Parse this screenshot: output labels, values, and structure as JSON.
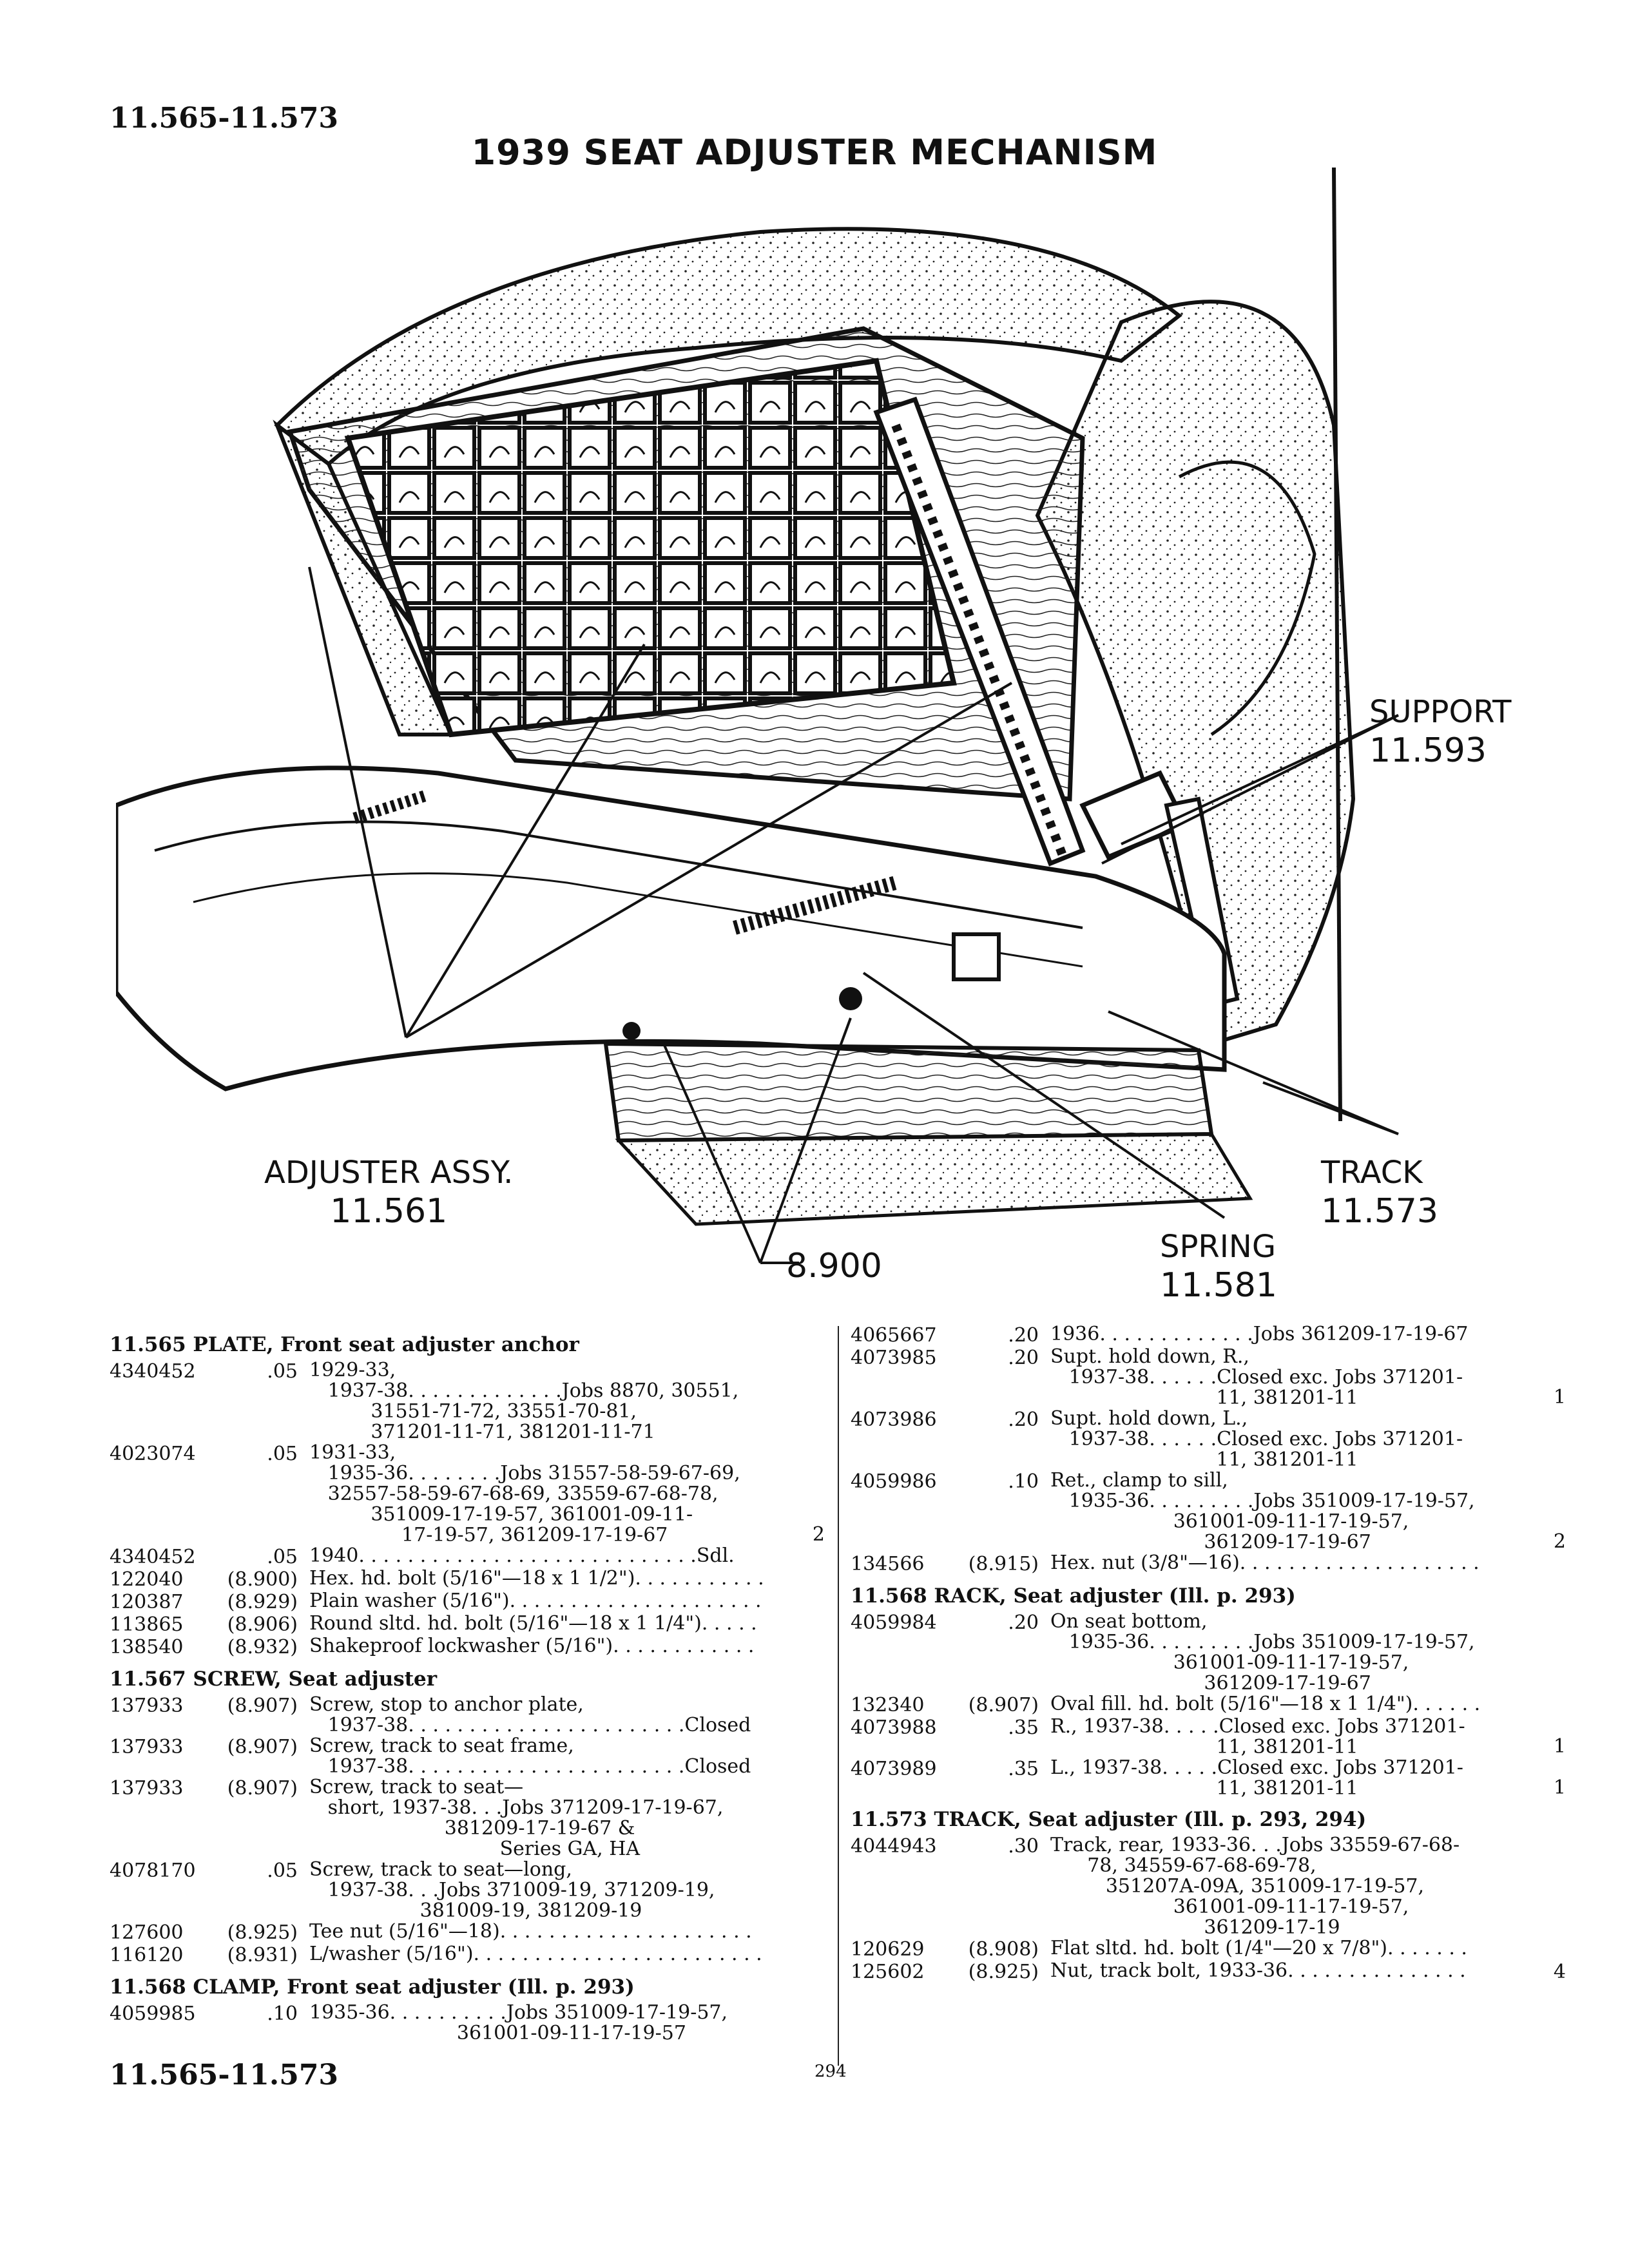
{
  "header": {
    "ref_top": "11.565-11.573",
    "ref_bottom": "11.565-11.573",
    "title": "1939 SEAT ADJUSTER MECHANISM",
    "page_number": "294"
  },
  "callouts": {
    "support": {
      "label": "SUPPORT",
      "num": "11.593"
    },
    "adjuster": {
      "label": "ADJUSTER ASSY.",
      "num": "11.561"
    },
    "track": {
      "label": "TRACK",
      "num": "11.573"
    },
    "spring": {
      "label": "SPRING",
      "num": "11.581"
    },
    "hardware": {
      "num": "8.900"
    }
  },
  "left_column": [
    {
      "heading": "11.565   PLATE, Front seat adjuster anchor",
      "rows": [
        {
          "part": "4340452",
          "ref": ".05",
          "desc": "1929-33,\n   1937-38. . . . . . . . . . . . .Jobs 8870, 30551,\n          31551-71-72, 33551-70-81,\n          371201-11-71, 381201-11-71",
          "qty": ""
        },
        {
          "part": "4023074",
          "ref": ".05",
          "desc": "1931-33,\n   1935-36. . . . . . . .Jobs 31557-58-59-67-69,\n   32557-58-59-67-68-69, 33559-67-68-78,\n          351009-17-19-57, 361001-09-11-\n               17-19-57, 361209-17-19-67",
          "qty": "2"
        },
        {
          "part": "4340452",
          "ref": ".05",
          "desc": "1940. . . . . . . . . . . . . . . . . . . . . . . . . . . .Sdl.",
          "qty": ""
        },
        {
          "part": "122040",
          "ref": "(8.900)",
          "desc": "Hex. hd. bolt (5/16\"—18 x 1 1/2\"). . . . . . . . . . .",
          "qty": ""
        },
        {
          "part": "120387",
          "ref": "(8.929)",
          "desc": "Plain washer (5/16\"). . . . . . . . . . . . . . . . . . . . .",
          "qty": ""
        },
        {
          "part": "113865",
          "ref": "(8.906)",
          "desc": "Round sltd. hd. bolt (5/16\"—18 x 1 1/4\"). . . . .",
          "qty": ""
        },
        {
          "part": "138540",
          "ref": "(8.932)",
          "desc": "Shakeproof lockwasher (5/16\"). . . . . . . . . . . .",
          "qty": ""
        }
      ]
    },
    {
      "heading": "11.567   SCREW, Seat adjuster",
      "rows": [
        {
          "part": "137933",
          "ref": "(8.907)",
          "desc": "Screw, stop to anchor plate,\n   1937-38. . . . . . . . . . . . . . . . . . . . . . .Closed",
          "qty": ""
        },
        {
          "part": "137933",
          "ref": "(8.907)",
          "desc": "Screw, track to seat frame,\n   1937-38. . . . . . . . . . . . . . . . . . . . . . .Closed",
          "qty": ""
        },
        {
          "part": "137933",
          "ref": "(8.907)",
          "desc": "Screw, track to seat—\n   short, 1937-38. . .Jobs 371209-17-19-67,\n                      381209-17-19-67 &\n                               Series GA, HA",
          "qty": ""
        },
        {
          "part": "4078170",
          "ref": ".05",
          "desc": "Screw, track to seat—long,\n   1937-38. . .Jobs 371009-19, 371209-19,\n                  381009-19, 381209-19",
          "qty": ""
        },
        {
          "part": "127600",
          "ref": "(8.925)",
          "desc": "Tee nut (5/16\"—18). . . . . . . . . . . . . . . . . . . . .",
          "qty": ""
        },
        {
          "part": "116120",
          "ref": "(8.931)",
          "desc": "L/washer (5/16\"). . . . . . . . . . . . . . . . . . . . . . . .",
          "qty": ""
        }
      ]
    },
    {
      "heading": "11.568   CLAMP, Front seat adjuster (Ill. p. 293)",
      "rows": [
        {
          "part": "4059985",
          "ref": ".10",
          "desc": "1935-36. . . . . . . . . .Jobs 351009-17-19-57,\n                        361001-09-11-17-19-57",
          "qty": ""
        }
      ]
    }
  ],
  "right_column": [
    {
      "heading": "",
      "rows": [
        {
          "part": "4065667",
          "ref": ".20",
          "desc": "1936. . . . . . . . . . . . .Jobs 361209-17-19-67",
          "qty": ""
        },
        {
          "part": "4073985",
          "ref": ".20",
          "desc": "Supt. hold down, R.,\n   1937-38. . . . . .Closed exc. Jobs 371201-\n                           11, 381201-11",
          "qty": "1"
        },
        {
          "part": "4073986",
          "ref": ".20",
          "desc": "Supt. hold down, L.,\n   1937-38. . . . . .Closed exc. Jobs 371201-\n                           11, 381201-11",
          "qty": ""
        },
        {
          "part": "4059986",
          "ref": ".10",
          "desc": "Ret., clamp to sill,\n   1935-36. . . . . . . . .Jobs 351009-17-19-57,\n                    361001-09-11-17-19-57,\n                         361209-17-19-67",
          "qty": "2"
        },
        {
          "part": "134566",
          "ref": "(8.915)",
          "desc": "Hex. nut (3/8\"—16). . . . . . . . . . . . . . . . . . . .",
          "qty": ""
        }
      ]
    },
    {
      "heading": "11.568   RACK, Seat adjuster (Ill. p. 293)",
      "rows": [
        {
          "part": "4059984",
          "ref": ".20",
          "desc": "On seat bottom,\n   1935-36. . . . . . . . .Jobs 351009-17-19-57,\n                    361001-09-11-17-19-57,\n                         361209-17-19-67",
          "qty": ""
        },
        {
          "part": "132340",
          "ref": "(8.907)",
          "desc": "Oval fill. hd. bolt (5/16\"—18 x 1 1/4\"). . . . . .",
          "qty": ""
        },
        {
          "part": "4073988",
          "ref": ".35",
          "desc": "R., 1937-38. . . . .Closed exc. Jobs 371201-\n                           11, 381201-11",
          "qty": "1"
        },
        {
          "part": "4073989",
          "ref": ".35",
          "desc": "L., 1937-38. . . . .Closed exc. Jobs 371201-\n                           11, 381201-11",
          "qty": "1"
        }
      ]
    },
    {
      "heading": "11.573   TRACK, Seat adjuster (Ill. p. 293, 294)",
      "rows": [
        {
          "part": "4044943",
          "ref": ".30",
          "desc": "Track, rear, 1933-36. . .Jobs 33559-67-68-\n      78, 34559-67-68-69-78,\n         351207A-09A, 351009-17-19-57,\n                    361001-09-11-17-19-57,\n                         361209-17-19",
          "qty": ""
        },
        {
          "part": "120629",
          "ref": "(8.908)",
          "desc": "Flat sltd. hd. bolt (1/4\"—20 x 7/8\"). . . . . . .",
          "qty": ""
        },
        {
          "part": "125602",
          "ref": "(8.925)",
          "desc": "Nut, track bolt, 1933-36. . . . . . . . . . . . . . .",
          "qty": "4"
        }
      ]
    }
  ]
}
